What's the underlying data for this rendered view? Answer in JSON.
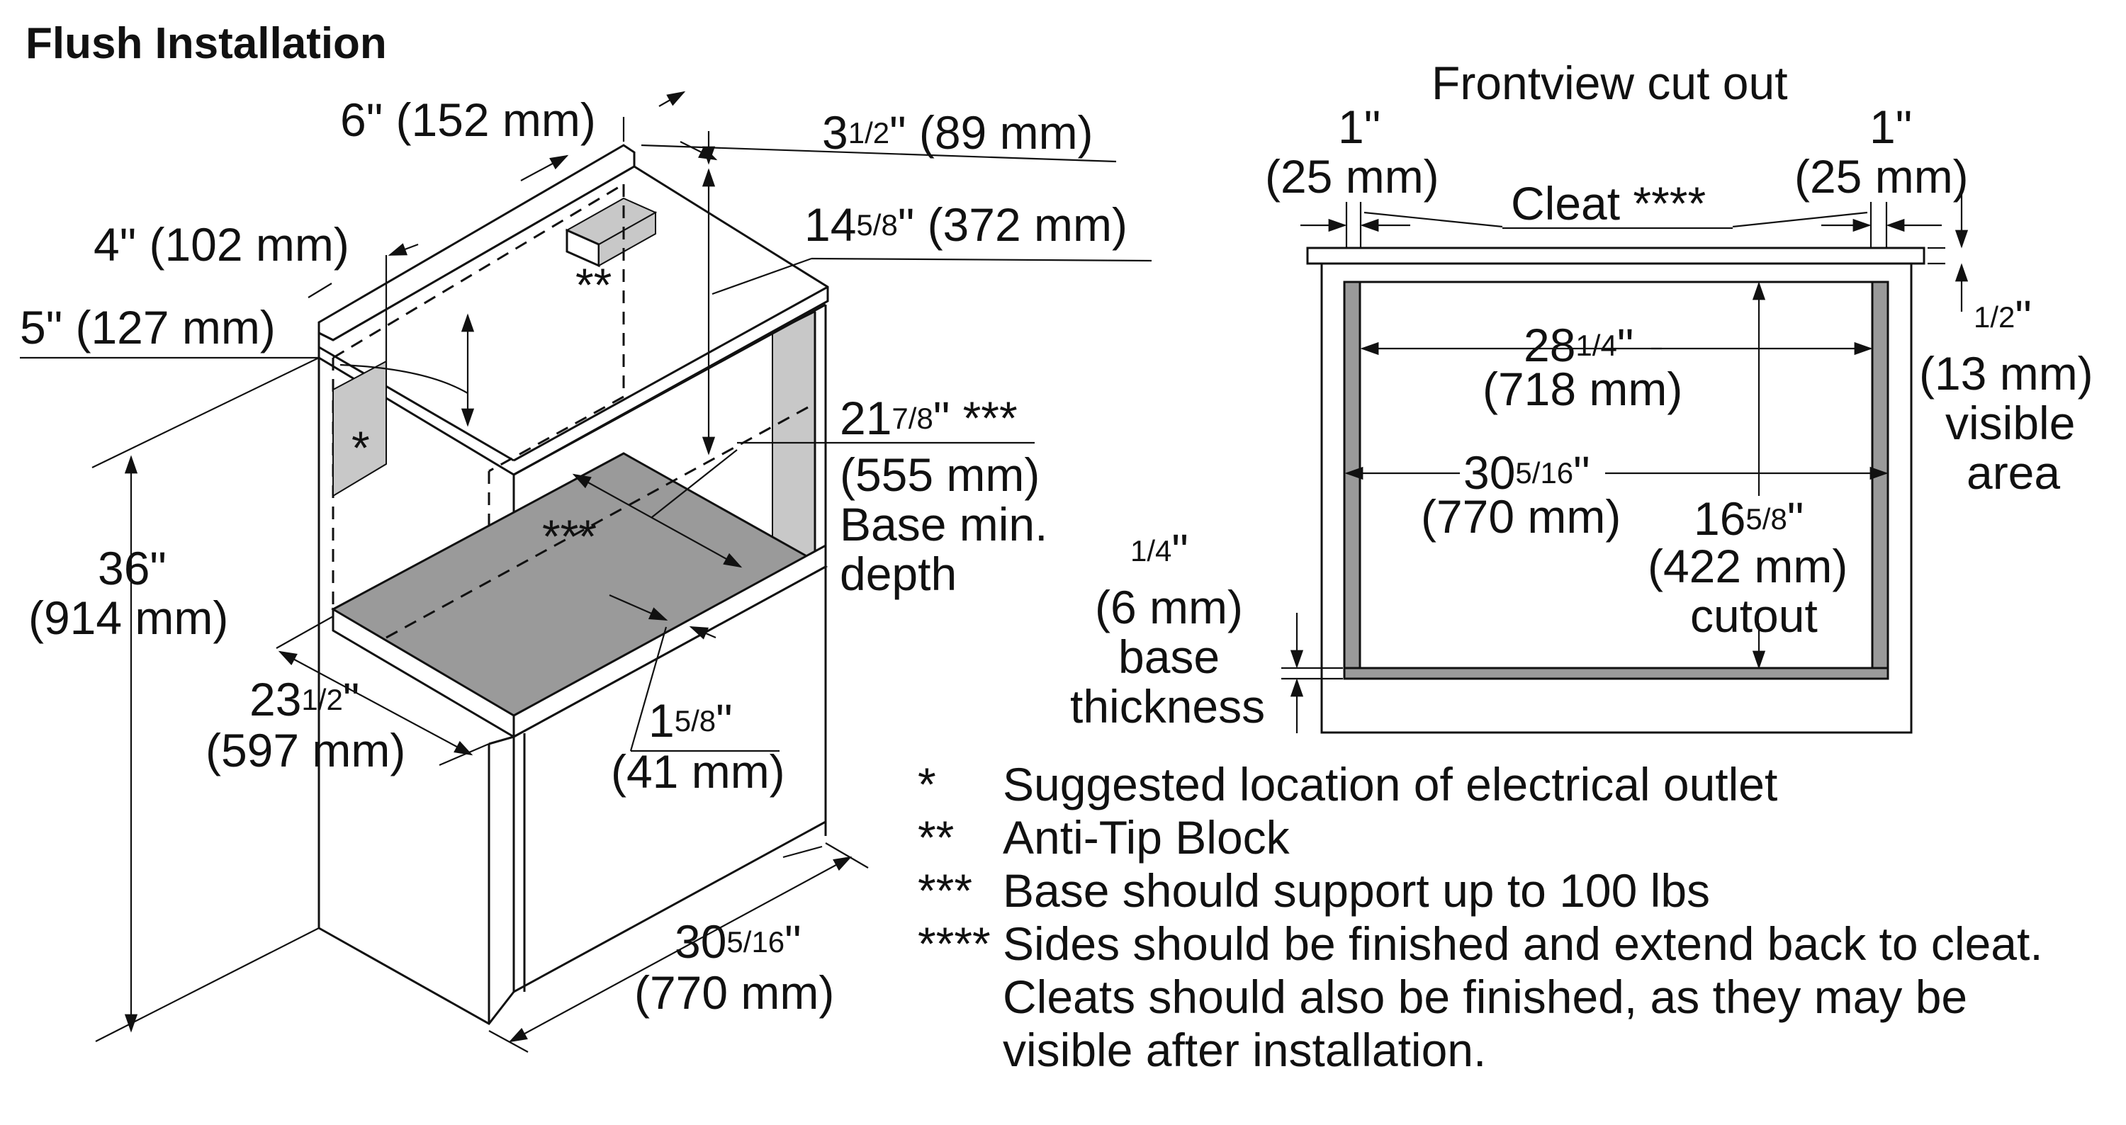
{
  "title": "Flush Installation",
  "front_view": {
    "heading": "Frontview cut out",
    "left_cleat_in": "1\"",
    "left_cleat_mm": "(25 mm)",
    "right_cleat_in": "1\"",
    "right_cleat_mm": "(25 mm)",
    "cleat_label": "Cleat ****",
    "inner_width_whole": "28",
    "inner_width_frac": "1/4",
    "inner_width_unit": "\"",
    "inner_width_mm": "(718 mm)",
    "outer_width_whole": "30",
    "outer_width_frac": "5/16",
    "outer_width_unit": "\"",
    "outer_width_mm": "(770 mm)",
    "cutout_height_whole": "16",
    "cutout_height_frac": "5/8",
    "cutout_height_unit": "\"",
    "cutout_height_mm": "(422 mm)",
    "cutout_label": "cutout",
    "visible_frac": "1/2",
    "visible_unit": "\"",
    "visible_mm": "(13 mm)",
    "visible_word1": "visible",
    "visible_word2": "area",
    "base_frac": "1/4",
    "base_unit": "\"",
    "base_mm": "(6 mm)",
    "base_word1": "base",
    "base_word2": "thickness"
  },
  "iso_view": {
    "dim_6": "6\" (152 mm)",
    "dim_3_whole": "3",
    "dim_3_frac": "1/2",
    "dim_3_rest": "\" (89 mm)",
    "dim_4": "4\" (102 mm)",
    "dim_14_whole": "14",
    "dim_14_frac": "5/8",
    "dim_14_rest": "\" (372 mm)",
    "dim_5": "5\" (127 mm)",
    "dim_21_whole": "21",
    "dim_21_frac": "7/8",
    "dim_21_rest": "\" ***",
    "dim_21_mm": "(555 mm)",
    "dim_21_line2": "Base min.",
    "dim_21_line3": "depth",
    "dim_36_in": "36\"",
    "dim_36_mm": "(914 mm)",
    "dim_23_whole": "23",
    "dim_23_frac": "1/2",
    "dim_23_unit": "\"",
    "dim_23_mm": "(597 mm)",
    "dim_1_whole": "1",
    "dim_1_frac": "5/8",
    "dim_1_unit": "\"",
    "dim_1_mm": "(41 mm)",
    "dim_30_whole": "30",
    "dim_30_frac": "5/16",
    "dim_30_unit": "\"",
    "dim_30_mm": "(770 mm)",
    "mark_outlet": "*",
    "mark_block": "**",
    "mark_base": "***"
  },
  "notes": [
    {
      "marker": "*",
      "text": "Suggested location of electrical outlet"
    },
    {
      "marker": "**",
      "text": "Anti-Tip Block"
    },
    {
      "marker": "***",
      "text": "Base should support up to 100 lbs"
    },
    {
      "marker": "****",
      "text": "Sides should be finished and extend back to cleat."
    }
  ],
  "notes_cont": [
    "Cleats should also be finished, as they may be",
    "visible after installation."
  ]
}
